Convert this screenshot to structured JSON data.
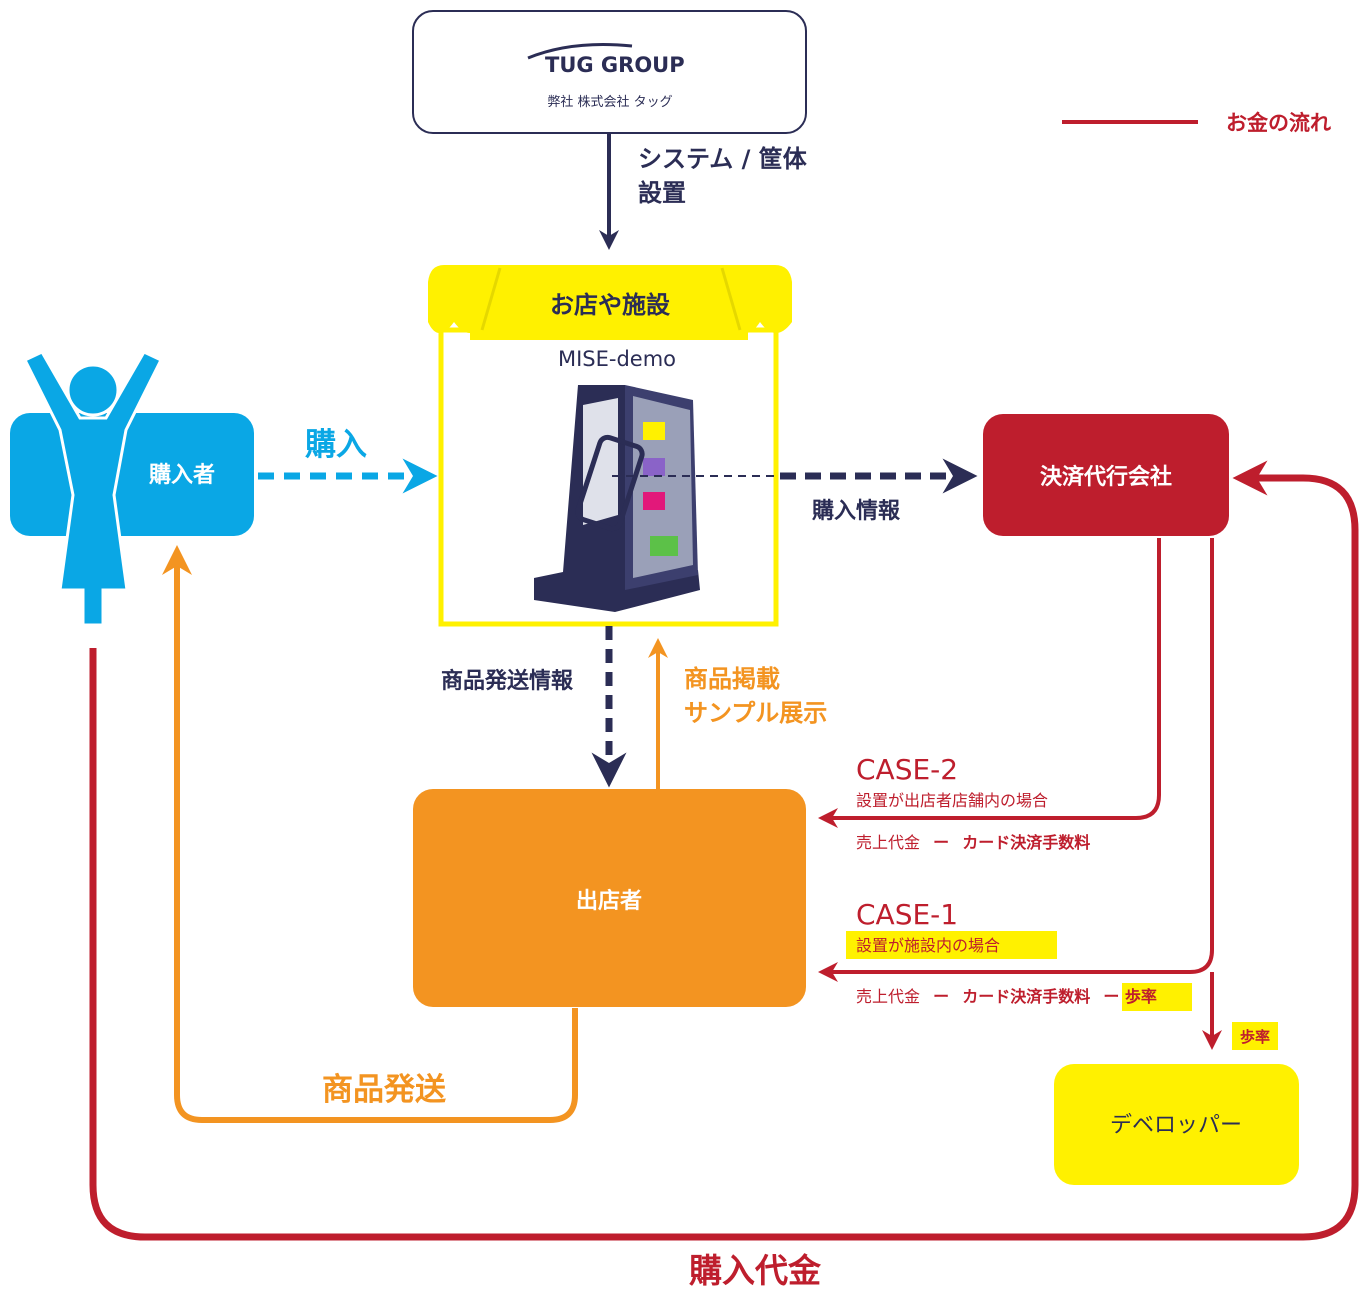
{
  "legend": {
    "label": "お金の流れ"
  },
  "tug": {
    "logo_text": "TUG GROUP",
    "company": "弊社 株式会社 タッグ"
  },
  "labels": {
    "system_line1": "システム / 筐体",
    "system_line2": "設置",
    "shop_title": "お店や施設",
    "device_name": "MISE-demo",
    "buyer": "購入者",
    "purchase": "購入",
    "payment_agency": "決済代行会社",
    "purchase_info": "購入情報",
    "shipping_info": "商品発送情報",
    "listing_line1": "商品掲載",
    "listing_line2": "サンプル展示",
    "seller": "出店者",
    "shipping": "商品発送",
    "developer": "デベロッパー",
    "purchase_price": "購入代金"
  },
  "case2": {
    "title": "CASE-2",
    "desc": "設置が出店者店舗内の場合",
    "formula_a": "売上代金",
    "minus": "ー",
    "formula_b": "カード決済手数料"
  },
  "case1": {
    "title": "CASE-1",
    "desc": "設置が施設内の場合",
    "formula_a": "売上代金",
    "minus": "ー",
    "formula_b": "カード決済手数料",
    "formula_c": "ー 歩率"
  },
  "royalty": "歩率",
  "colors": {
    "navy": "#2b2d55",
    "blue": "#0aa7e5",
    "orange": "#f39421",
    "red": "#be1e2d",
    "yellow": "#fff100"
  }
}
